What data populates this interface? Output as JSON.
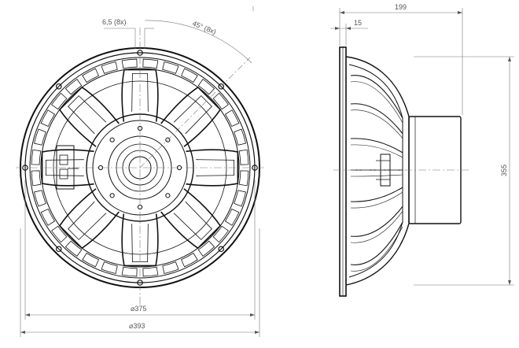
{
  "front_view": {
    "hole_label": "6,5 (8x)",
    "angle_label": "45° (8x)",
    "inner_diameter_label": "⌀375",
    "outer_diameter_label": "⌀393"
  },
  "side_view": {
    "depth_label": "199",
    "flange_label": "15",
    "height_label": "355"
  },
  "colors": {
    "line": "#111111",
    "dimension": "#555555",
    "background": "#ffffff"
  }
}
